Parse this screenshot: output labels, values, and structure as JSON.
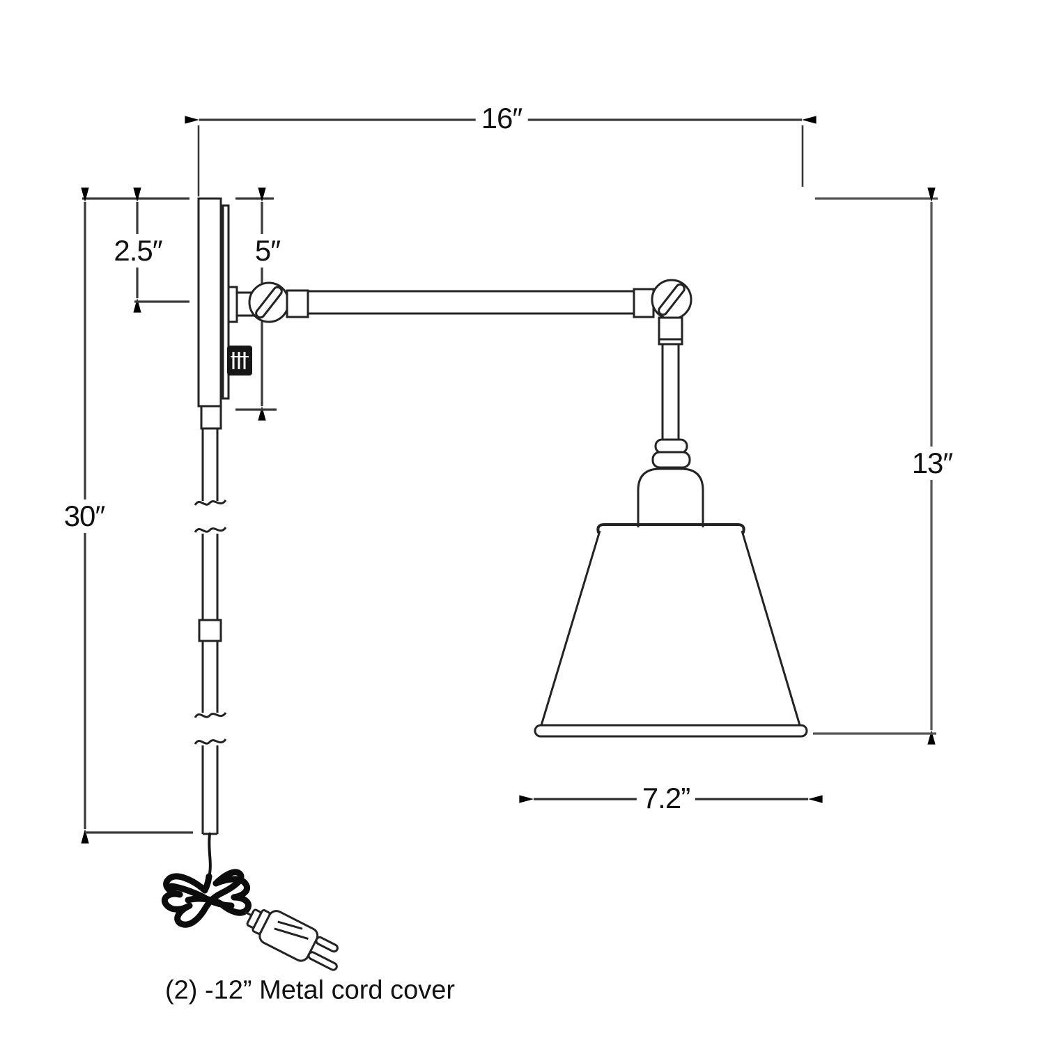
{
  "diagram": {
    "title_note": "(2) -12” Metal cord cover",
    "dimensions": {
      "overall_width": "16″",
      "plate_top_to_arm": "2.5″",
      "backplate_height": "5″",
      "cord_cover_length": "30″",
      "arm_to_shade_bottom": "13″",
      "shade_diameter": "7.2”"
    },
    "colors": {
      "background": "#ffffff",
      "line": "#232323",
      "dimension_line": "#3a3a3a",
      "dimension_line_gray": "#545454",
      "label_text": "#111111"
    }
  }
}
